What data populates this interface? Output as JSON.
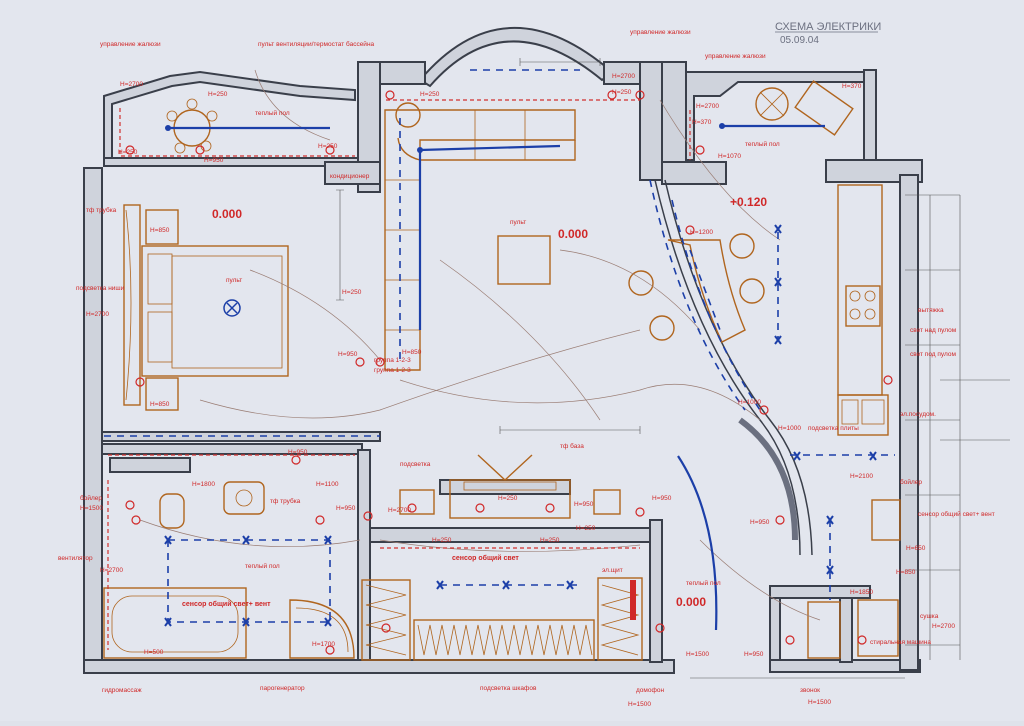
{
  "title": "СХЕМА ЭЛЕКТРИКИ",
  "date": "05.09.04",
  "levels": {
    "bedroom": "0.000",
    "living": "0.000",
    "kitchen": "+0.120",
    "hall": "0.000"
  },
  "labels": {
    "blinds_tl": "управление жалюзи",
    "blinds_top": "управление жалюзи",
    "blinds_tr": "управление жалюзи",
    "niche_lighting": "пульт вентиляции/термостат бассейна",
    "warm_floor_bed": "теплый пол",
    "warm_floor_balcony": "теплый пол",
    "warm_floor_bath": "теплый пол",
    "warm_floor_hall": "теплый пол",
    "remote_bed": "пульт",
    "remote_living": "пульт",
    "conditioner": "кондиционер",
    "tv_tube": "тф трубка",
    "tv_base": "тф база",
    "tv_tube_bath": "тф трубка",
    "niche_light": "подсветка ниши",
    "niche_light2": "подсветка",
    "group1": "группа 1-2-3",
    "group2": "группа 1-2-3",
    "boiler_left": "бойлер",
    "boiler_right": "бойлер",
    "ventilator": "вентилятор",
    "sensor_bath": "сенсор общий свет+ вент",
    "sensor_hall": "сенсор общий свет",
    "sensor_wc": "сенсор общий свет+ вент",
    "shield": "эл.щит",
    "hydromassage": "гидромассаж",
    "steamgen": "парогенератор",
    "wardrobe_light": "подсветка шкафов",
    "intercom": "домофон",
    "doorbell": "звонок",
    "hood": "вытяжка",
    "light_top": "свет над пулом",
    "light_under": "свет под пулом",
    "dishwasher": "эл.посудом.",
    "washing": "стиральная машина",
    "dryer": "сушка",
    "plate_light": "подсветка плиты"
  },
  "heights": {
    "h2700": "H=2700",
    "h250": "H=250",
    "h950": "H=950",
    "h1070": "H=1070",
    "h370": "H=370",
    "h850": "H=850",
    "h1200": "H=1200",
    "h1000": "H=1000",
    "h1800": "H=1800",
    "h1100": "H=1100",
    "h1500": "H=1500",
    "h500": "H=500",
    "h1700": "H=1700",
    "h2100": "H=2100",
    "h650": "H=650",
    "h1850": "H=1850"
  }
}
